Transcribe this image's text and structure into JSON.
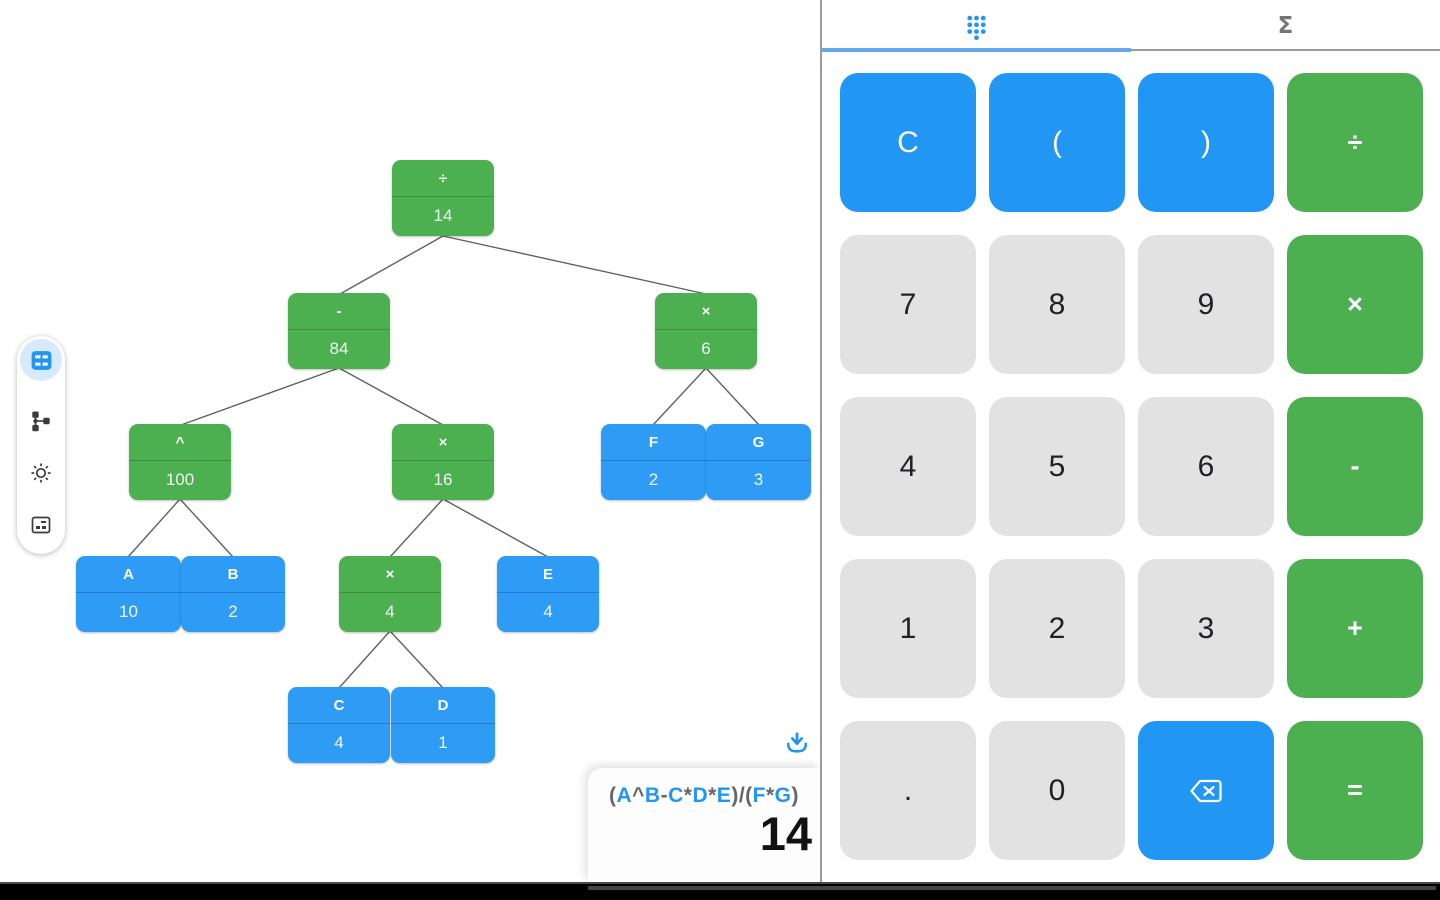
{
  "sidebar": {
    "items": [
      {
        "icon": "calculator-icon",
        "active": true
      },
      {
        "icon": "tree-icon",
        "active": false
      },
      {
        "icon": "brightness-icon",
        "active": false
      },
      {
        "icon": "image-icon",
        "active": false
      }
    ]
  },
  "tree": {
    "nodes": [
      {
        "id": "divide-root",
        "label": "÷",
        "value": "14",
        "kind": "operator"
      },
      {
        "id": "subtract",
        "label": "-",
        "value": "84",
        "kind": "operator"
      },
      {
        "id": "multiply-fg",
        "label": "×",
        "value": "6",
        "kind": "operator"
      },
      {
        "id": "power",
        "label": "^",
        "value": "100",
        "kind": "operator"
      },
      {
        "id": "multiply-cde",
        "label": "×",
        "value": "16",
        "kind": "operator"
      },
      {
        "id": "var-f",
        "label": "F",
        "value": "2",
        "kind": "operand"
      },
      {
        "id": "var-g",
        "label": "G",
        "value": "3",
        "kind": "operand"
      },
      {
        "id": "var-a",
        "label": "A",
        "value": "10",
        "kind": "operand"
      },
      {
        "id": "var-b",
        "label": "B",
        "value": "2",
        "kind": "operand"
      },
      {
        "id": "multiply-cd",
        "label": "×",
        "value": "4",
        "kind": "operator"
      },
      {
        "id": "var-e",
        "label": "E",
        "value": "4",
        "kind": "operand"
      },
      {
        "id": "var-c",
        "label": "C",
        "value": "4",
        "kind": "operand"
      },
      {
        "id": "var-d",
        "label": "D",
        "value": "1",
        "kind": "operand"
      }
    ]
  },
  "result_panel": {
    "expression": "(A^B-C*D*E)/(F*G)",
    "result": "14",
    "download_icon": "download-icon"
  },
  "tabs": {
    "keypad_tab_icon": "dialpad-icon",
    "functions_tab_label": "Σ"
  },
  "keypad": {
    "rows": [
      [
        {
          "label": "C",
          "style": "blue"
        },
        {
          "label": "(",
          "style": "blue"
        },
        {
          "label": ")",
          "style": "blue"
        },
        {
          "label": "÷",
          "style": "green"
        }
      ],
      [
        {
          "label": "7",
          "style": "gray"
        },
        {
          "label": "8",
          "style": "gray"
        },
        {
          "label": "9",
          "style": "gray"
        },
        {
          "label": "×",
          "style": "green"
        }
      ],
      [
        {
          "label": "4",
          "style": "gray"
        },
        {
          "label": "5",
          "style": "gray"
        },
        {
          "label": "6",
          "style": "gray"
        },
        {
          "label": "-",
          "style": "green"
        }
      ],
      [
        {
          "label": "1",
          "style": "gray"
        },
        {
          "label": "2",
          "style": "gray"
        },
        {
          "label": "3",
          "style": "gray"
        },
        {
          "label": "+",
          "style": "green"
        }
      ],
      [
        {
          "label": ".",
          "style": "gray"
        },
        {
          "label": "0",
          "style": "gray"
        },
        {
          "label": "backspace",
          "style": "blue",
          "icon": "backspace-icon"
        },
        {
          "label": "=",
          "style": "green"
        }
      ]
    ]
  },
  "colors": {
    "blue": "#2196F3",
    "green": "#4CAF50",
    "key_gray": "#E2E2E2",
    "active_tab_underline": "#64A9E8"
  }
}
